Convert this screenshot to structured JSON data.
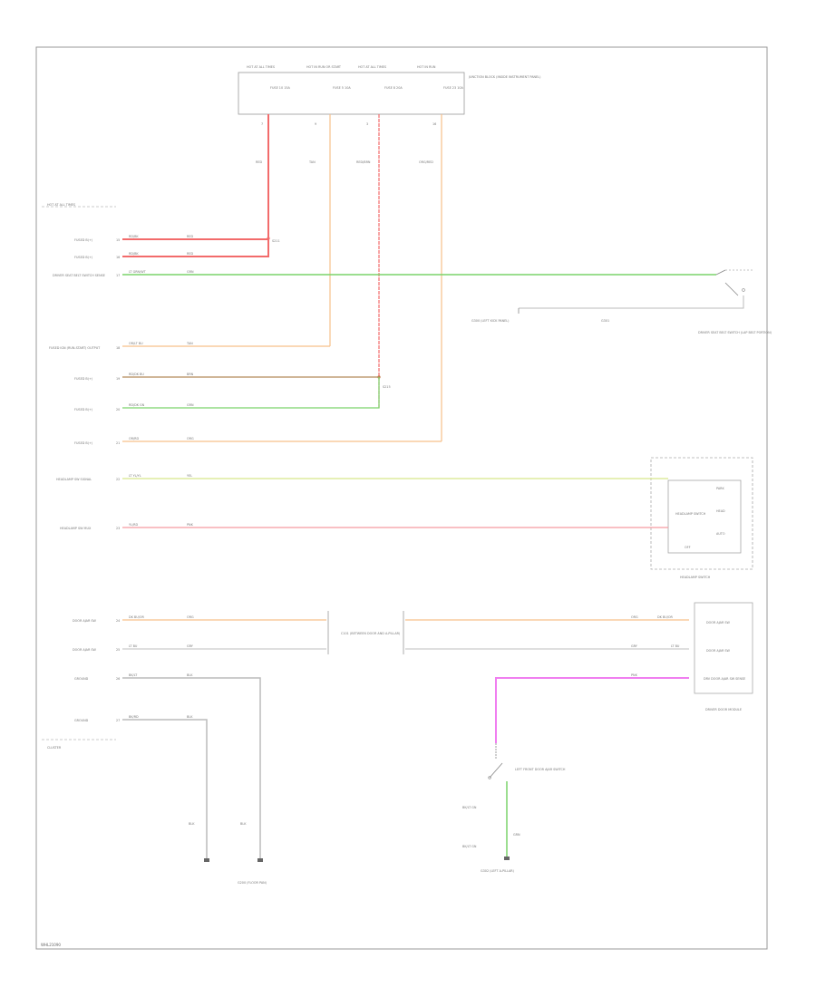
{
  "diagram_title": "",
  "section_labels": {
    "top_left": "HOT AT ALL TIMES",
    "bottom_left": "CLUSTER"
  },
  "fuse_box": {
    "label": "JUNCTION BLOCK (INSIDE INSTRUMENT PANEL)",
    "headers": [
      "HOT AT ALL TIMES",
      "HOT IN RUN OR START",
      "HOT AT ALL TIMES",
      "HOT IN RUN"
    ],
    "fuses": [
      "FUSE 10 15A",
      "FUSE 5 10A",
      "FUSE 8 20A",
      "FUSE 23 10A"
    ],
    "pins": [
      "7",
      "9",
      "3",
      "16"
    ]
  },
  "wire_labels": {
    "red_main": "RED",
    "tan": "TAN",
    "red_brown": "RED/BRN",
    "org_red": "ORG/RED",
    "splice1": "S211",
    "splice2": "S215"
  },
  "left_connectors": [
    {
      "name": "FUSED B(+)",
      "pin": "15",
      "color": "RD/BK",
      "code": "RED"
    },
    {
      "name": "FUSED B(+)",
      "pin": "16",
      "color": "RD/BK",
      "code": "RED"
    },
    {
      "name": "DRIVER SEAT BELT SWITCH SENSE",
      "pin": "17",
      "color": "LT GRN/WT",
      "code": "GRN"
    },
    {
      "name": "FUSED IGN (RUN-START) OUTPUT",
      "pin": "18",
      "color": "OR/LT BU",
      "code": "TAN"
    },
    {
      "name": "FUSED B(+)",
      "pin": "19",
      "color": "RD/DK BU",
      "code": "BRN"
    },
    {
      "name": "FUSED B(+)",
      "pin": "20",
      "color": "RD/DK GN",
      "code": "GRN"
    },
    {
      "name": "FUSED B(+)",
      "pin": "21",
      "color": "OR/RD",
      "code": "ORG"
    },
    {
      "name": "HEADLAMP SW SIGNAL",
      "pin": "22",
      "color": "LT YL/YL",
      "code": "YEL"
    },
    {
      "name": "HEADLAMP SW MUX",
      "pin": "23",
      "color": "YL/RD",
      "code": "PNK"
    },
    {
      "name": "DOOR AJAR SW",
      "pin": "24",
      "color": "DK BU/OR",
      "code": "ORG"
    },
    {
      "name": "DOOR AJAR SW",
      "pin": "25",
      "color": "LT BU",
      "code": "GRY"
    },
    {
      "name": "GROUND",
      "pin": "26",
      "color": "BK/LT",
      "code": "BLK"
    },
    {
      "name": "GROUND",
      "pin": "27",
      "color": "BK/RD",
      "code": "BLK"
    }
  ],
  "right_components": {
    "seat_belt_switch": "DRIVER SEAT BELT SWITCH (LAP BELT PORTION)",
    "ground_g301": "G301",
    "ground_left": "G300 (LEFT KICK PANEL)",
    "headlamp_switch": "HEADLAMP SWITCH",
    "headlamp_internal": [
      "HEADLAMP SWITCH",
      "PARK",
      "HEAD",
      "AUTO",
      "OFF"
    ],
    "door_module": "DRIVER DOOR MODULE",
    "door_module_pins": [
      "DOOR AJAR SW",
      "DOOR AJAR SW",
      "DRV DOOR AJAR SW SENSE"
    ],
    "door_wire_codes": [
      "DK BU/OR",
      "LT BU"
    ],
    "door_wire_color_codes": [
      "ORG",
      "GRY"
    ],
    "door_wire_pink_code": "PNK",
    "inline_connector": "C101 (BETWEEN DOOR AND A-PILLAR)",
    "left_door_ajar_switch": "LEFT FRONT DOOR AJAR SWITCH",
    "ground_bottom_center": "G302 (LEFT A-PILLAR)",
    "ground_bottom_left": "G200 (FLOOR PAN)",
    "bottom_left_wire_labels": [
      "BLK",
      "BLK"
    ],
    "door_ajar_wire_labels": [
      "BK/LT GN",
      "GRN",
      "BK/LT GN"
    ]
  },
  "footer_id": "WHL21090"
}
